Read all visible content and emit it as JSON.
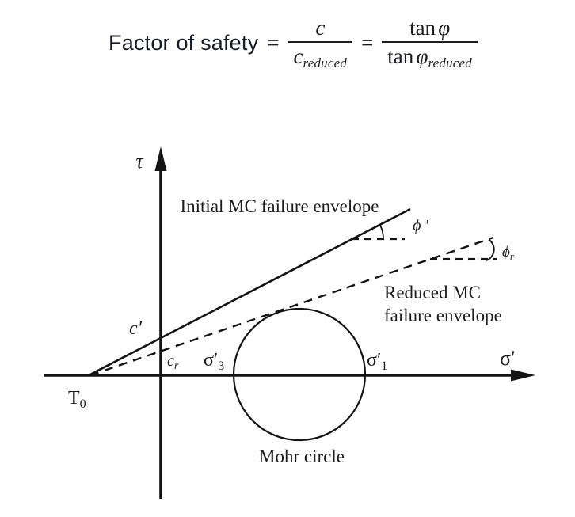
{
  "equation": {
    "lhs": "Factor of safety",
    "equals": "=",
    "frac1": {
      "num": "c",
      "den_base": "c",
      "den_sub": "reduced"
    },
    "frac2": {
      "fn": "tan",
      "var": "φ",
      "den_sub": "reduced"
    }
  },
  "diagram": {
    "tau_axis": "τ",
    "sigma_axis": "σ′",
    "initial_envelope": "Initial MC failure envelope",
    "reduced_envelope_line1": "Reduced MC",
    "reduced_envelope_line2": "failure envelope",
    "mohr_circle": "Mohr circle",
    "phi_prime": "ϕ ′",
    "phi_reduced": {
      "base": "ϕ",
      "sub": "r"
    },
    "c_prime": "c′",
    "c_reduced": {
      "base": "c",
      "sub": "r"
    },
    "sigma3": {
      "base": "σ′",
      "sub": "3"
    },
    "sigma1": {
      "base": "σ′",
      "sub": "1"
    },
    "tensile": {
      "base": "T",
      "sub": "0"
    },
    "ink_color": "#1a1a1a"
  }
}
